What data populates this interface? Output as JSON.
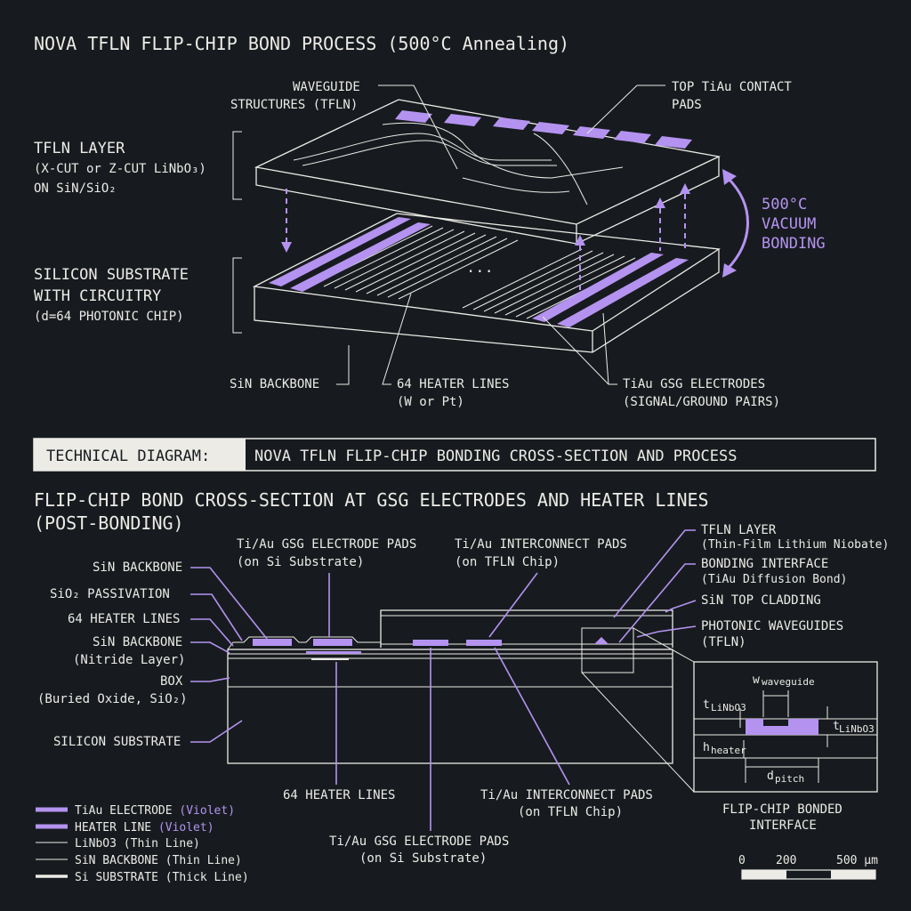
{
  "title": "NOVA TFLN FLIP-CHIP BOND PROCESS (500°C Annealing)",
  "top": {
    "tfln_layer": [
      "TFLN LAYER",
      "(X-CUT or Z-CUT LiNbO₃)",
      "ON SiN/SiO₂"
    ],
    "silicon_substrate": [
      "SILICON SUBSTRATE",
      "WITH CIRCUITRY",
      "(d=64 PHOTONIC CHIP)"
    ],
    "waveguide": [
      "WAVEGUIDE",
      "STRUCTURES (TFLN)"
    ],
    "top_pads": [
      "TOP TiAu CONTACT",
      "PADS"
    ],
    "vacuum": [
      "500°C",
      "VACUUM",
      "BONDING"
    ],
    "sin_backbone": "SiN BACKBONE",
    "heater_lines": [
      "64 HEATER LINES",
      "(W or Pt)"
    ],
    "gsg": [
      "TiAu GSG ELECTRODES",
      "(SIGNAL/GROUND PAIRS)"
    ],
    "ellipsis": "..."
  },
  "banner": {
    "left": "TECHNICAL DIAGRAM:",
    "right": "NOVA TFLN FLIP-CHIP BONDING CROSS-SECTION AND PROCESS"
  },
  "section": [
    "FLIP-CHIP BOND CROSS-SECTION AT GSG ELECTRODES AND HEATER LINES",
    "(POST-BONDING)"
  ],
  "cross": {
    "left_labels": {
      "sin_backbone": "SiN BACKBONE",
      "sio2": "SiO₂ PASSIVATION",
      "heater": "64 HEATER LINES",
      "sin_nitride": [
        "SiN BACKBONE",
        "(Nitride Layer)"
      ],
      "box": [
        "BOX",
        "(Buried Oxide, SiO₂)"
      ],
      "substrate": "SILICON SUBSTRATE"
    },
    "top_labels": {
      "gsg_pads": [
        "Ti/Au GSG ELECTRODE PADS",
        "(on Si Substrate)"
      ],
      "interconnect": [
        "Ti/Au INTERCONNECT PADS",
        "(on TFLN Chip)"
      ]
    },
    "right_labels": {
      "tfln": [
        "TFLN LAYER",
        "(Thin-Film Lithium Niobate)"
      ],
      "bonding": [
        "BONDING INTERFACE",
        "(TiAu Diffusion Bond)"
      ],
      "sin_top": "SiN TOP CLADDING",
      "waveguides": [
        "PHOTONIC WAVEGUIDES",
        "(TFLN)"
      ]
    },
    "bottom_labels": {
      "heater": "64 HEATER LINES",
      "interconnect": [
        "Ti/Au INTERCONNECT PADS",
        "(on TFLN Chip)"
      ],
      "gsg": [
        "Ti/Au GSG ELECTRODE PADS",
        "(on Si Substrate)"
      ]
    },
    "inset": {
      "w": "w",
      "w_sub": "waveguide",
      "t_left": "t",
      "t_left_sub": "LiNbO3",
      "t_right": "t",
      "t_right_sub": "LiNbO3",
      "h": "h",
      "h_sub": "heater",
      "d": "d",
      "d_sub": "pitch",
      "caption": [
        "FLIP-CHIP BONDED",
        "INTERFACE"
      ]
    }
  },
  "legend": [
    {
      "text": "TiAu ELECTRODE ",
      "accent": "(Violet)",
      "style": "violet"
    },
    {
      "text": "HEATER LINE ",
      "accent": "(Violet)",
      "style": "violet"
    },
    {
      "text": "LiNbO3 (Thin Line)",
      "accent": "",
      "style": "thin"
    },
    {
      "text": "SiN BACKBONE (Thin Line)",
      "accent": "",
      "style": "thin"
    },
    {
      "text": "Si SUBSTRATE (Thick Line)",
      "accent": "",
      "style": "thick"
    }
  ],
  "scale": {
    "labels": [
      "0",
      "200",
      "500 µm"
    ]
  },
  "colors": {
    "background": "#171b1f",
    "accent": "#b493f0",
    "line": "#ecebe6"
  }
}
